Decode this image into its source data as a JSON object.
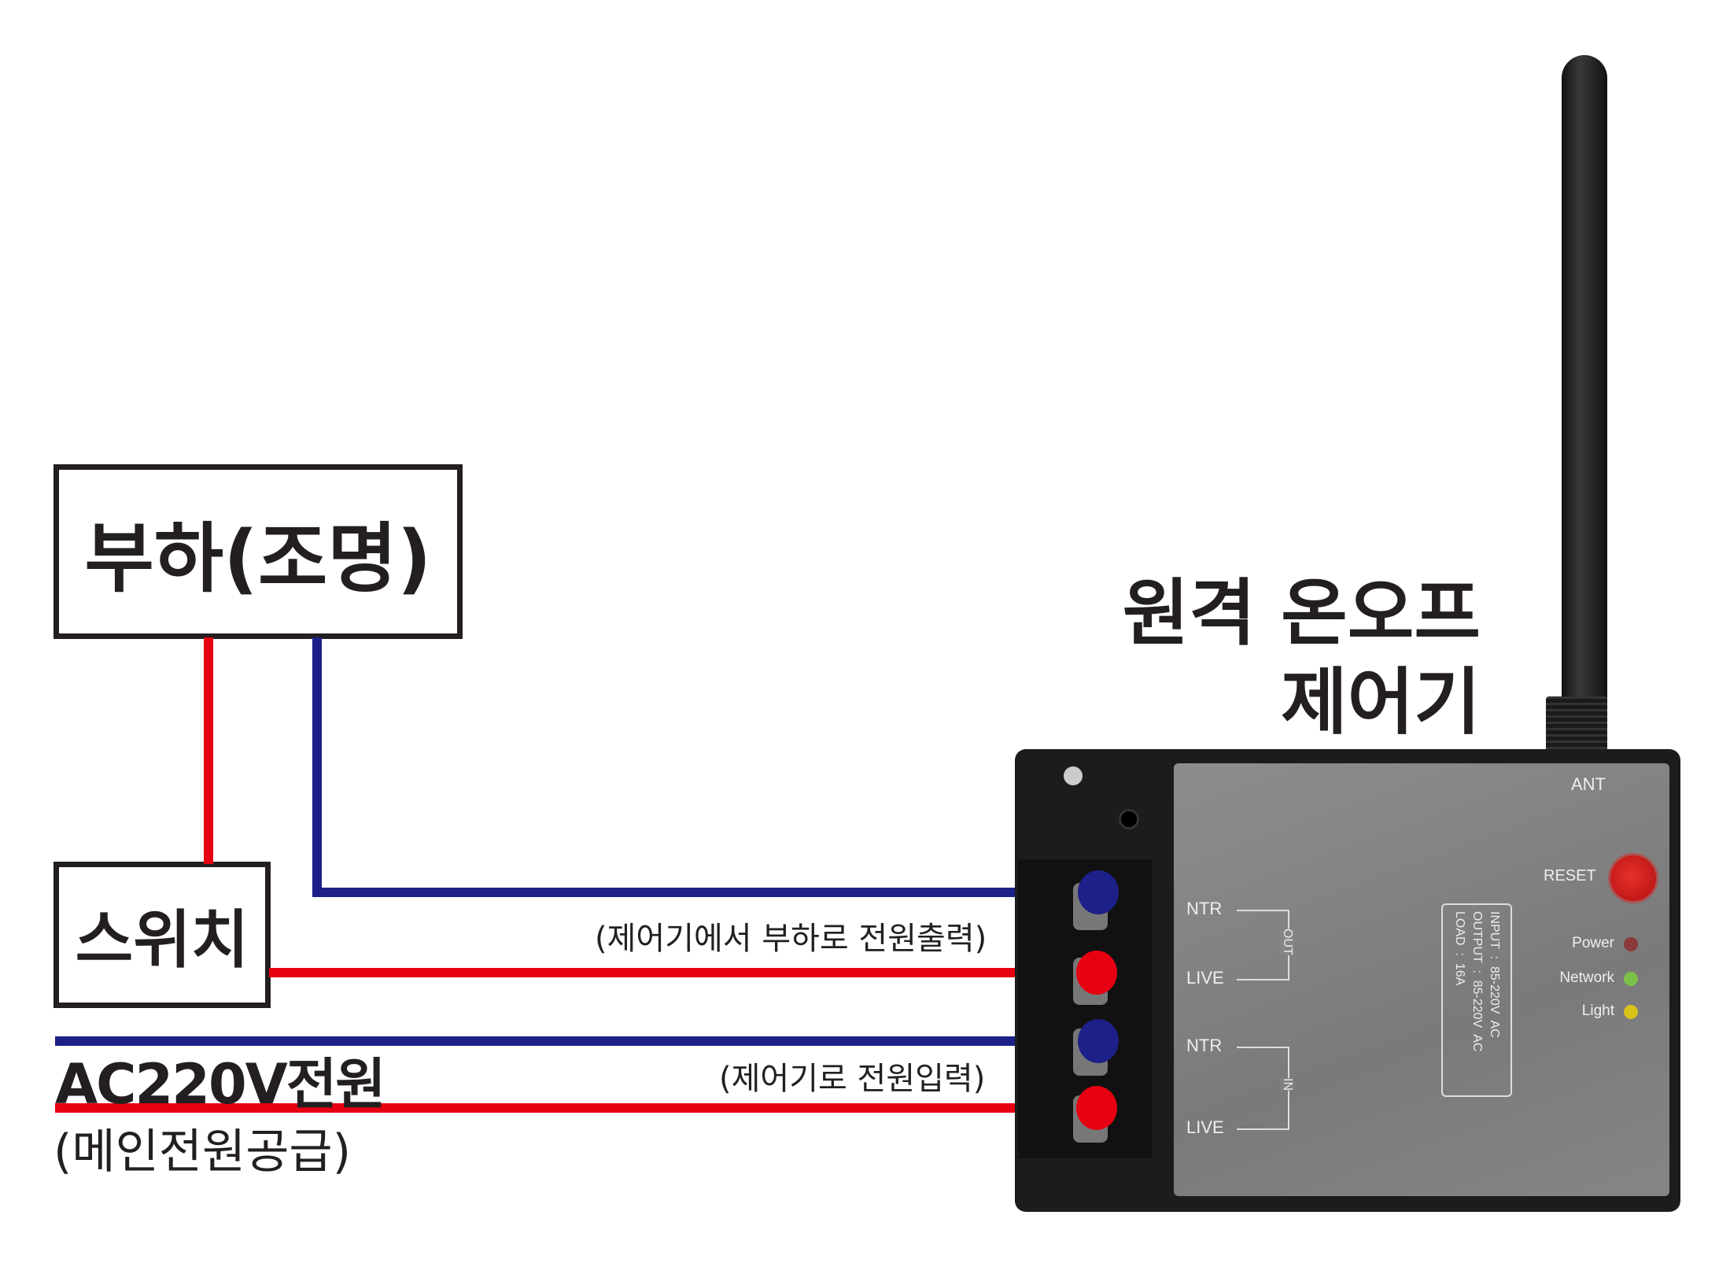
{
  "load_box": {
    "label": "부하(조명)"
  },
  "switch_box": {
    "label": "스위치"
  },
  "power_source": {
    "label": "AC220V전원",
    "sublabel": "(메인전원공급)"
  },
  "wire_labels": {
    "output": "(제어기에서 부하로 전원출력)",
    "input": "(제어기로 전원입력)"
  },
  "title": {
    "line1": "원격 온오프",
    "line2": "제어기"
  },
  "device": {
    "antenna_label": "ANT",
    "reset_label": "RESET",
    "leds": [
      {
        "label": "Power",
        "color": "#8a3a3a"
      },
      {
        "label": "Network",
        "color": "#7cc04a"
      },
      {
        "label": "Light",
        "color": "#d9c21a"
      }
    ],
    "terminals": {
      "out": {
        "group": "OUT",
        "ntr": "NTR",
        "live": "LIVE"
      },
      "in": {
        "group": "IN",
        "ntr": "NTR",
        "live": "LIVE"
      }
    },
    "specs": [
      "INPUT  :  85-220V  AC",
      "OUTPUT  :  85-220V  AC",
      "LOAD  :  16A"
    ]
  },
  "colors": {
    "live": "#e60012",
    "neutral": "#1d2088"
  }
}
